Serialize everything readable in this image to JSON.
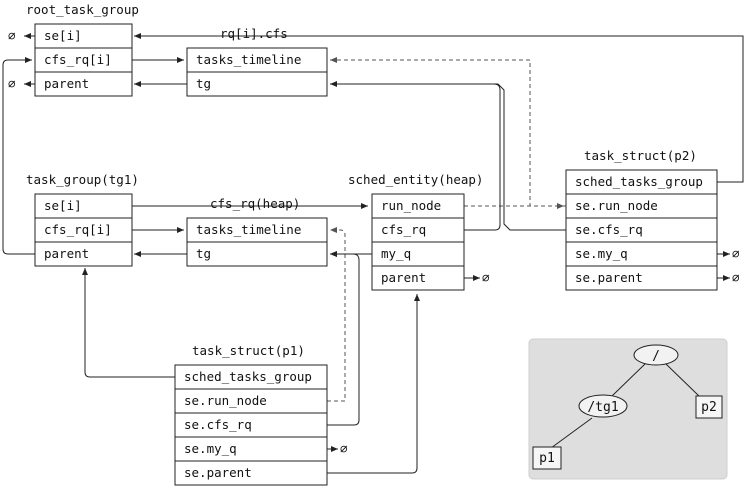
{
  "root_task_group": {
    "title": "root_task_group",
    "fields": [
      "se[i]",
      "cfs_rq[i]",
      "parent"
    ]
  },
  "root_cfs_rq": {
    "fields": [
      "tasks_timeline",
      "tg"
    ]
  },
  "task_group_tg1": {
    "title": "task_group(tg1)",
    "fields": [
      "se[i]",
      "cfs_rq[i]",
      "parent"
    ]
  },
  "tg1_cfs_rq": {
    "fields": [
      "tasks_timeline",
      "tg"
    ]
  },
  "sched_entity_heap": {
    "title": "sched_entity(heap)",
    "fields": [
      "run_node",
      "cfs_rq",
      "my_q",
      "parent"
    ]
  },
  "task_struct_p2": {
    "title": "task_struct(p2)",
    "fields": [
      "sched_tasks_group",
      "se.run_node",
      "se.cfs_rq",
      "se.my_q",
      "se.parent"
    ]
  },
  "task_struct_p1": {
    "title": "task_struct(p1)",
    "fields": [
      "sched_tasks_group",
      "se.run_node",
      "se.cfs_rq",
      "se.my_q",
      "se.parent"
    ]
  },
  "edge_labels": {
    "rq_cfs": "rq[i].cfs",
    "cfs_rq_heap": "cfs_rq(heap)"
  },
  "null_symbol": "∅",
  "tree": {
    "root": "/",
    "tg1": "/tg1",
    "p1": "p1",
    "p2": "p2"
  }
}
